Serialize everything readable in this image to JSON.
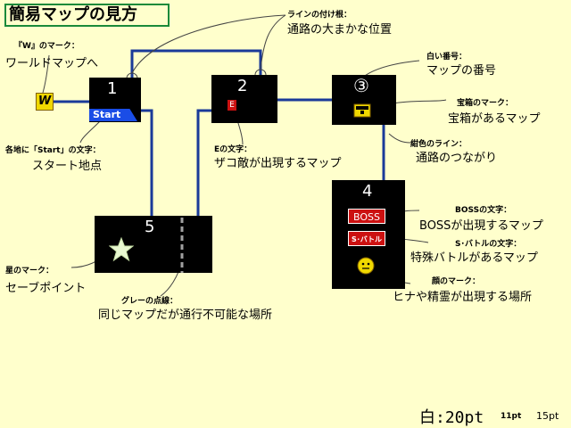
{
  "title": "簡易マップの見方",
  "nodes": {
    "n1": "1",
    "n2": "2",
    "n3": "③",
    "n4": "4",
    "n5": "5"
  },
  "markers": {
    "w_icon": "W",
    "start_tag": "Start",
    "e_mark": "E",
    "boss": "BOSS",
    "sbattle": "S･バトル"
  },
  "labels": {
    "line_root_head": "ラインの付け根：",
    "line_root_text": "通路の大まかな位置",
    "w_mark_head": "『W』のマーク：",
    "w_mark_text": "ワールドマップへ",
    "white_num_head": "白い番号：",
    "white_num_text": "マップの番号",
    "chest_head": "宝箱のマーク：",
    "chest_text": "宝箱があるマップ",
    "start_head": "各地に「Start」の文字：",
    "start_text": "スタート地点",
    "e_head": "Eの文字：",
    "e_text": "ザコ敵が出現するマップ",
    "navy_head": "紺色のライン：",
    "navy_text": "通路のつながり",
    "boss_head": "BOSSの文字：",
    "boss_text": "BOSSが出現するマップ",
    "sb_head": "S･バトルの文字：",
    "sb_text": "特殊バトルがあるマップ",
    "star_head": "星のマーク：",
    "star_text": "セーブポイント",
    "face_head": "顔のマーク：",
    "face_text": "ヒナや精霊が出現する場所",
    "gray_head": "グレーの点線：",
    "gray_text": "同じマップだが通行不可能な場所"
  },
  "footer": {
    "main": "白:20pt",
    "s1": "11pt",
    "s2": "15pt"
  },
  "colors": {
    "background": "#ffffcc",
    "node": "#000000",
    "connector": "#1a3a99",
    "title_border": "#1a8a3a",
    "marker_red": "#cc1111",
    "start_blue": "#1a4de6"
  }
}
